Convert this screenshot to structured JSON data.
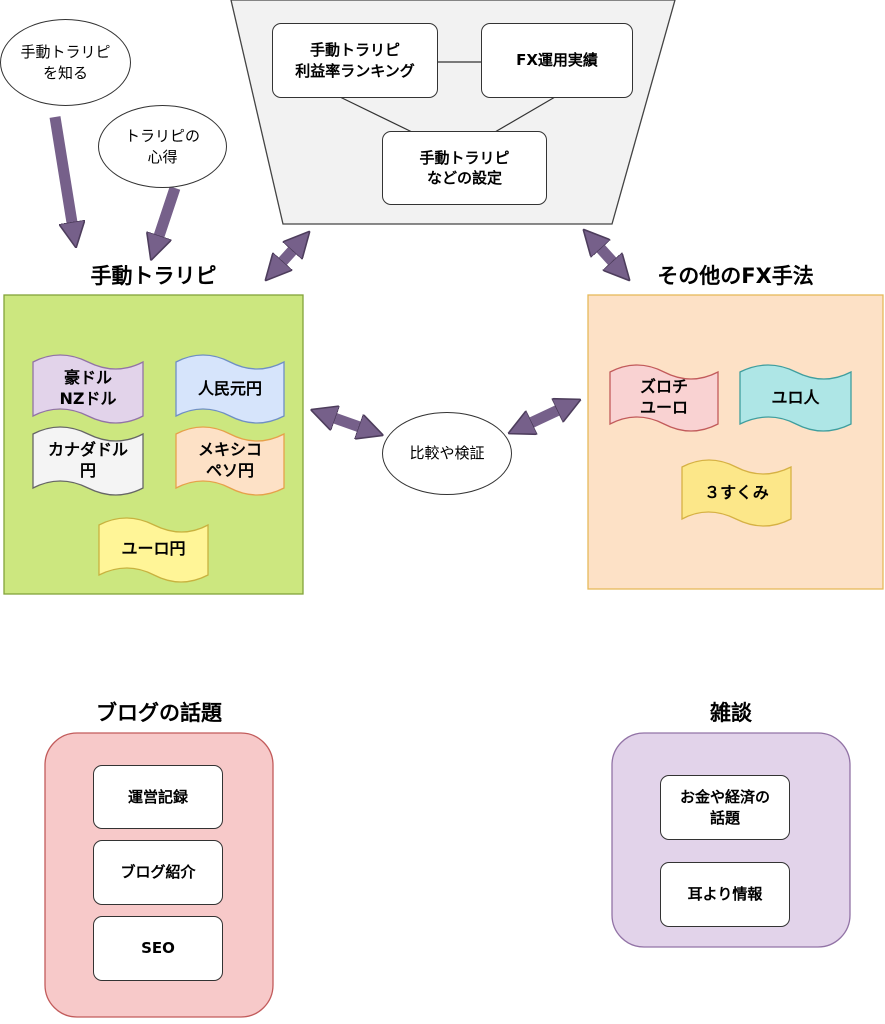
{
  "top_funnel": {
    "ranking": "手動トラリピ\n利益率ランキング",
    "fx_results": "FX運用実績",
    "settings": "手動トラリピ\nなどの設定"
  },
  "bubbles": {
    "know": "手動トラリピ\nを知る",
    "mindset": "トラリピの\n心得"
  },
  "manual_section": {
    "title": "手動トラリピ",
    "flags": [
      "豪ドル\nNZドル",
      "人民元円",
      "カナダドル\n円",
      "メキシコ\nペソ円",
      "ユーロ円"
    ]
  },
  "other_section": {
    "title": "その他のFX手法",
    "flags": [
      "ズロチ\nユーロ",
      "ユロ人",
      "３すくみ"
    ]
  },
  "compare": "比較や検証",
  "blog_section": {
    "title": "ブログの話題",
    "items": [
      "運営記録",
      "ブログ紹介",
      "SEO"
    ]
  },
  "misc_section": {
    "title": "雑談",
    "items": [
      "お金や経済の\n話題",
      "耳より情報"
    ]
  },
  "colors": {
    "manual_bg": "#cce77f",
    "manual_border": "#82a33a",
    "other_bg": "#fde1c6",
    "other_border": "#e6b95a",
    "blog_bg": "#f7c9c9",
    "blog_border": "#c25b5b",
    "misc_bg": "#e2d3ea",
    "misc_border": "#9273a6",
    "arrow": "#76608a",
    "funnel": "#f2f2f2"
  }
}
